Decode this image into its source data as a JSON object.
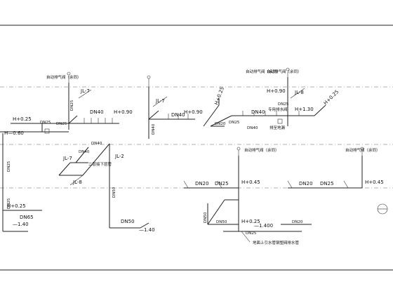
{
  "diagram": {
    "risers": {
      "jl7_a": "JL-7",
      "jl7_b": "JL-7",
      "jl7_c": "JL-7",
      "jl2": "JL-2",
      "jl8_a": "JL-8",
      "jl8_b": "JL-8"
    },
    "valves": {
      "v1": "自动排气阀（余同）",
      "v2": "自动排气阀（余同）",
      "v3": "自动排气阀（余同）",
      "v4": "自动排气阀（余同）",
      "v5": "自动排气阀（余同）"
    },
    "pipe_sizes": {
      "dn25_1": "DN25",
      "dn25_2": "DN25",
      "dn25_3": "DN25",
      "dn25_4": "DN25",
      "dn40_1": "DN40",
      "dn40_2": "DN40",
      "dn40_3": "DN40",
      "dn40_4": "DN40",
      "dn40_5": "DN40",
      "dn40_6": "DN40",
      "dn40_7": "DN40",
      "dn20_1": "DN20",
      "dn20_2": "DN20",
      "dn20_3": "DN20",
      "dn20_4": "DN20",
      "dn25_5": "DN25",
      "dn25_6": "DN25",
      "dn25_7": "DN25",
      "dn50_1": "DN50",
      "dn50_2": "DN50",
      "dn50_3": "DN50",
      "dn50_4": "DN50",
      "dn65": "DN65"
    },
    "elevations": {
      "h025_a": "H+0.25",
      "h090_a": "H+0.90",
      "h090_b": "H+0.90",
      "h090_c": "H+0.90",
      "h130": "H+1.30",
      "h025_b": "H+0.25",
      "h025_c": "H+0.25",
      "h060": "H—0.60",
      "h045_a": "H+0.45",
      "h045_b": "H+0.45",
      "h025_d": "H+0.25",
      "m140_a": "—1.40",
      "m140_b": "—1.40",
      "m140_c": "—1.400"
    },
    "notes": {
      "n1": "二层接下层管",
      "n2": "专用排水阀",
      "n3": "排至地漏",
      "n4": "地面上引水管钢塑阀排水管"
    }
  }
}
